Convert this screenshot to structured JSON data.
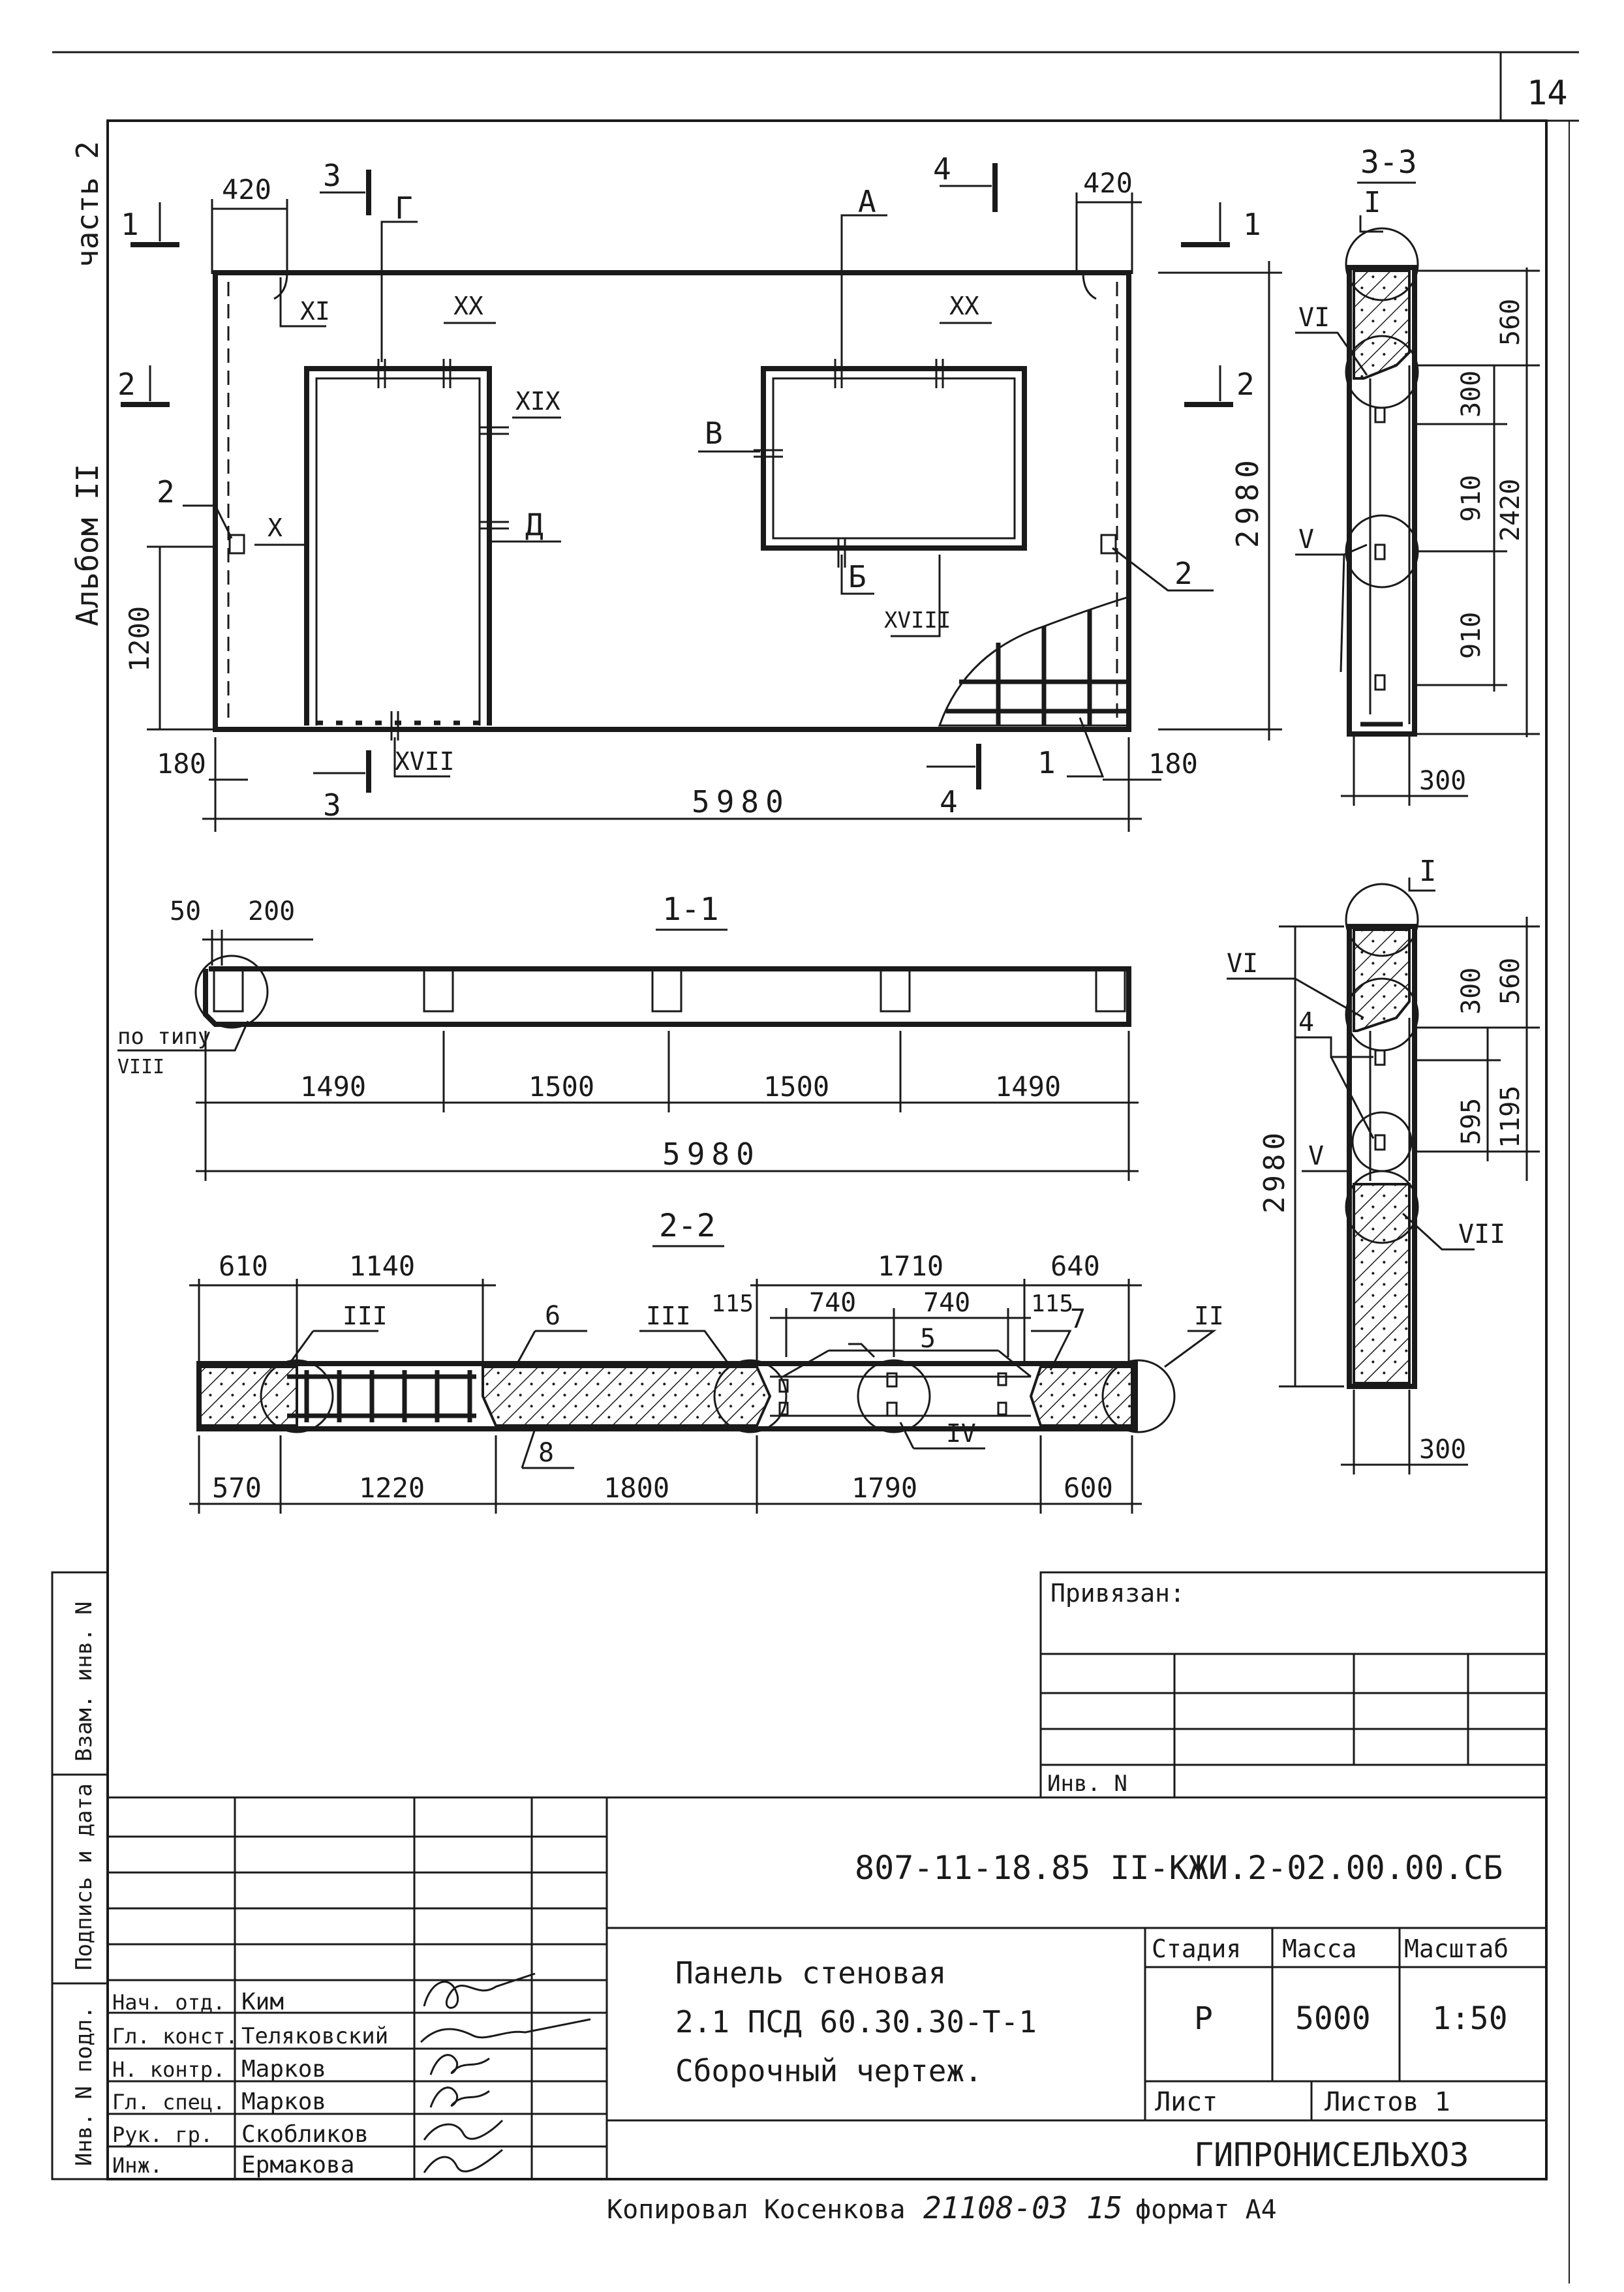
{
  "sheet": {
    "sheet_number": "14",
    "part_label": "часть 2",
    "album_label": "Альбом II"
  },
  "view_main": {
    "section_marks": {
      "s1_left": "1",
      "s1_right": "1",
      "s2_left": "2",
      "s2_right": "2",
      "s3_top": "3",
      "s3_bottom": "3",
      "s4_top": "4",
      "s4_bottom": "4"
    },
    "opening_labels": {
      "g": "Г",
      "a": "А",
      "v": "В",
      "d": "Д",
      "b": "Б"
    },
    "node_labels": {
      "xi": "XI",
      "xx_left": "XX",
      "xx_right": "XX",
      "xix": "XIX",
      "x": "X",
      "xviii": "XVIII",
      "xvii": "XVII"
    },
    "callouts": {
      "c2_left": "2",
      "c2_right": "2",
      "c1": "1"
    },
    "dims": {
      "d420_left": "420",
      "d420_right": "420",
      "d1200": "1200",
      "d180_left": "180",
      "d180_right": "180",
      "d5980": "5980",
      "d2980": "2980"
    }
  },
  "section_3_3": {
    "title": "3-3",
    "labels": {
      "i": "I",
      "vi": "VI",
      "v": "V"
    },
    "dims": {
      "d560": "560",
      "d300": "300",
      "d910a": "910",
      "d910b": "910",
      "d2420": "2420",
      "d300_bottom": "300"
    }
  },
  "section_1_1": {
    "title": "1-1",
    "dims": {
      "d50": "50",
      "d200": "200",
      "d1490a": "1490",
      "d1500a": "1500",
      "d1500b": "1500",
      "d1490b": "1490",
      "d5980": "5980"
    },
    "note_line1": "по типу",
    "note_line2": "VIII"
  },
  "section_right": {
    "labels": {
      "i": "I",
      "vi": "VI",
      "n4": "4",
      "v": "V",
      "vii": "VII"
    },
    "dims": {
      "d300": "300",
      "d560": "560",
      "d595": "595",
      "d1195": "1195",
      "d2980": "2980",
      "d300_bottom": "300"
    }
  },
  "section_2_2": {
    "title": "2-2",
    "labels": {
      "iii_left": "III",
      "n6": "6",
      "iii_right": "III",
      "n5": "5",
      "n7": "7",
      "ii": "II",
      "iv": "IV",
      "n8": "8"
    },
    "dims_top": {
      "d610": "610",
      "d1140": "1140",
      "d1710": "1710",
      "d640": "640",
      "d115a": "115",
      "d740a": "740",
      "d740b": "740",
      "d115b": "115"
    },
    "dims_bottom": {
      "d570": "570",
      "d1220": "1220",
      "d1800": "1800",
      "d1790": "1790",
      "d600": "600"
    }
  },
  "binding_table": {
    "title": "Привязан:",
    "inv_label": "Инв. N"
  },
  "side_stamp": {
    "vzam": "Взам. инв. N",
    "podpis": "Подпись и дата",
    "inv_podl": "Инв. N подл."
  },
  "title_block": {
    "doc_code": "807-11-18.85 II-КЖИ.2-02.00.00.СБ",
    "name_line1": "Панель стеновая",
    "name_line2": "2.1 ПСД 60.30.30-Т-1",
    "name_line3": "Сборочный чертеж.",
    "stage_header": "Стадия",
    "mass_header": "Масса",
    "scale_header": "Масштаб",
    "stage": "Р",
    "mass": "5000",
    "scale": "1:50",
    "sheet_label": "Лист",
    "sheets_label": "Листов 1",
    "organization": "ГИПРОНИСЕЛЬХОЗ",
    "signatories": [
      {
        "role": "Нач. отд.",
        "name": "Ким"
      },
      {
        "role": "Гл. конст.",
        "name": "Теляковский"
      },
      {
        "role": "Н. контр.",
        "name": "Марков"
      },
      {
        "role": "Гл. спец.",
        "name": "Марков"
      },
      {
        "role": "Рук. гр.",
        "name": "Скобликов"
      },
      {
        "role": "Инж.",
        "name": "Ермакова"
      }
    ]
  },
  "footer": {
    "copied_by": "Копировал Косенкова",
    "number": "21108-03",
    "sheet": "15",
    "format": "формат А4"
  }
}
